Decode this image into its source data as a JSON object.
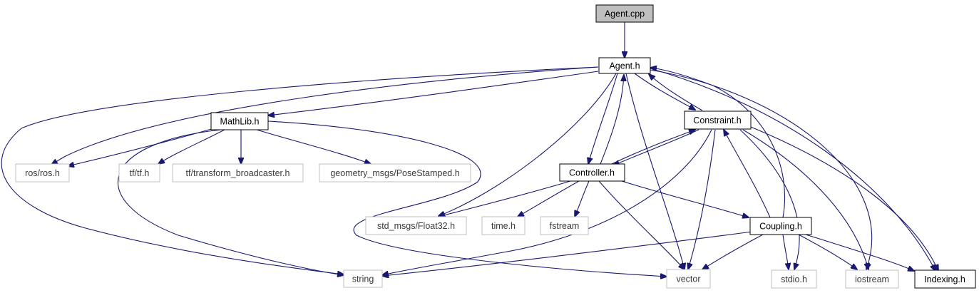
{
  "diagram": {
    "nodes": [
      {
        "id": "agent_cpp",
        "label": "Agent.cpp",
        "kind": "root"
      },
      {
        "id": "agent_h",
        "label": "Agent.h",
        "kind": "internal"
      },
      {
        "id": "mathlib_h",
        "label": "MathLib.h",
        "kind": "internal"
      },
      {
        "id": "constraint_h",
        "label": "Constraint.h",
        "kind": "internal"
      },
      {
        "id": "controller_h",
        "label": "Controller.h",
        "kind": "internal"
      },
      {
        "id": "coupling_h",
        "label": "Coupling.h",
        "kind": "internal"
      },
      {
        "id": "indexing_h",
        "label": "Indexing.h",
        "kind": "internal"
      },
      {
        "id": "ros_h",
        "label": "ros/ros.h",
        "kind": "external"
      },
      {
        "id": "tf_h",
        "label": "tf/tf.h",
        "kind": "external"
      },
      {
        "id": "tfb_h",
        "label": "tf/transform_broadcaster.h",
        "kind": "external"
      },
      {
        "id": "geo_h",
        "label": "geometry_msgs/PoseStamped.h",
        "kind": "external"
      },
      {
        "id": "float32_h",
        "label": "std_msgs/Float32.h",
        "kind": "external"
      },
      {
        "id": "time_h",
        "label": "time.h",
        "kind": "external"
      },
      {
        "id": "fstream",
        "label": "fstream",
        "kind": "external"
      },
      {
        "id": "string",
        "label": "string",
        "kind": "external"
      },
      {
        "id": "vector",
        "label": "vector",
        "kind": "external"
      },
      {
        "id": "stdio_h",
        "label": "stdio.h",
        "kind": "external"
      },
      {
        "id": "iostream",
        "label": "iostream",
        "kind": "external"
      }
    ],
    "edges": [
      {
        "from": "agent_cpp",
        "to": "agent_h"
      },
      {
        "from": "agent_h",
        "to": "mathlib_h"
      },
      {
        "from": "agent_h",
        "to": "ros_h"
      },
      {
        "from": "agent_h",
        "to": "string"
      },
      {
        "from": "agent_h",
        "to": "float32_h"
      },
      {
        "from": "agent_h",
        "to": "controller_h"
      },
      {
        "from": "agent_h",
        "to": "vector"
      },
      {
        "from": "agent_h",
        "to": "constraint_h"
      },
      {
        "from": "agent_h",
        "to": "iostream"
      },
      {
        "from": "agent_h",
        "to": "indexing_h"
      },
      {
        "from": "mathlib_h",
        "to": "ros_h"
      },
      {
        "from": "mathlib_h",
        "to": "tf_h"
      },
      {
        "from": "mathlib_h",
        "to": "tfb_h"
      },
      {
        "from": "mathlib_h",
        "to": "geo_h"
      },
      {
        "from": "mathlib_h",
        "to": "string"
      },
      {
        "from": "mathlib_h",
        "to": "vector"
      },
      {
        "from": "controller_h",
        "to": "agent_h"
      },
      {
        "from": "controller_h",
        "to": "constraint_h"
      },
      {
        "from": "controller_h",
        "to": "float32_h"
      },
      {
        "from": "controller_h",
        "to": "time_h"
      },
      {
        "from": "controller_h",
        "to": "fstream"
      },
      {
        "from": "controller_h",
        "to": "vector"
      },
      {
        "from": "controller_h",
        "to": "coupling_h"
      },
      {
        "from": "constraint_h",
        "to": "agent_h"
      },
      {
        "from": "constraint_h",
        "to": "controller_h"
      },
      {
        "from": "constraint_h",
        "to": "string"
      },
      {
        "from": "constraint_h",
        "to": "vector"
      },
      {
        "from": "constraint_h",
        "to": "stdio_h"
      },
      {
        "from": "constraint_h",
        "to": "iostream"
      },
      {
        "from": "constraint_h",
        "to": "indexing_h"
      },
      {
        "from": "coupling_h",
        "to": "agent_h"
      },
      {
        "from": "coupling_h",
        "to": "constraint_h"
      },
      {
        "from": "coupling_h",
        "to": "string"
      },
      {
        "from": "coupling_h",
        "to": "vector"
      },
      {
        "from": "coupling_h",
        "to": "stdio_h"
      },
      {
        "from": "coupling_h",
        "to": "iostream"
      },
      {
        "from": "coupling_h",
        "to": "indexing_h"
      }
    ]
  }
}
